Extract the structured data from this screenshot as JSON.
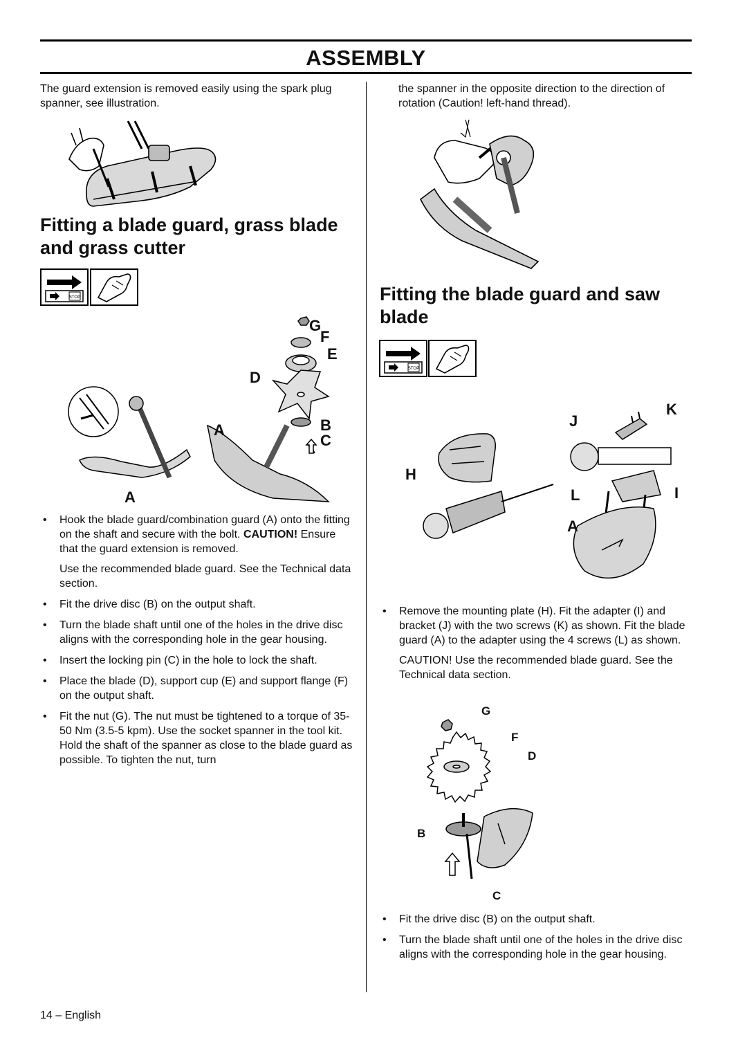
{
  "header": {
    "title": "ASSEMBLY"
  },
  "left": {
    "intro": "The guard extension is removed easily using the spark plug spanner, see illustration.",
    "heading": "Fitting a blade guard, grass blade and grass cutter",
    "figure_labels": {
      "g": "G",
      "f": "F",
      "e": "E",
      "d": "D",
      "a": "A",
      "b": "B",
      "c": "C",
      "a2": "A"
    },
    "bullets": [
      {
        "text": "Hook the blade guard/combination guard (A) onto the fitting on the shaft and secure with the bolt.",
        "caution_label": "CAUTION!",
        "caution_text": " Ensure that the guard extension is removed.",
        "note": "Use the recommended blade guard. See the Technical data section."
      },
      {
        "text": "Fit the drive disc (B) on the output shaft."
      },
      {
        "text": "Turn the blade shaft until one of the holes in the drive disc aligns with the corresponding hole in the gear housing."
      },
      {
        "text": "Insert the locking pin (C) in the hole to lock the shaft."
      },
      {
        "text": "Place the blade (D), support cup (E) and support flange (F) on the output shaft."
      },
      {
        "text": "Fit the nut (G). The nut must be tightened to a torque of 35-50 Nm (3.5-5 kpm). Use the socket spanner in the tool kit. Hold the shaft of the spanner as close to the blade guard as possible. To tighten the nut, turn"
      }
    ]
  },
  "right": {
    "intro": "the spanner in the opposite direction to the direction of rotation (Caution! left-hand thread).",
    "heading": "Fitting the blade guard and saw blade",
    "figure1_labels": {
      "k": "K",
      "j": "J",
      "h": "H",
      "l": "L",
      "i": "I",
      "a": "A"
    },
    "bullet1": "Remove the mounting plate (H). Fit the adapter (I) and bracket (J) with the two screws (K) as shown. Fit the blade guard (A) to the adapter using the 4 screws (L) as shown.",
    "note1": "CAUTION! Use the recommended blade guard. See the Technical data section.",
    "figure2_labels": {
      "g": "G",
      "f": "F",
      "d": "D",
      "b": "B",
      "c": "C"
    },
    "bullets2": [
      {
        "text": "Fit the drive disc (B) on the output shaft."
      },
      {
        "text": "Turn the blade shaft until one of the holes in the drive disc aligns with the corresponding hole in the gear housing."
      }
    ]
  },
  "icons": {
    "stop_label": "STOP"
  },
  "footer": {
    "page": "14 – English"
  }
}
